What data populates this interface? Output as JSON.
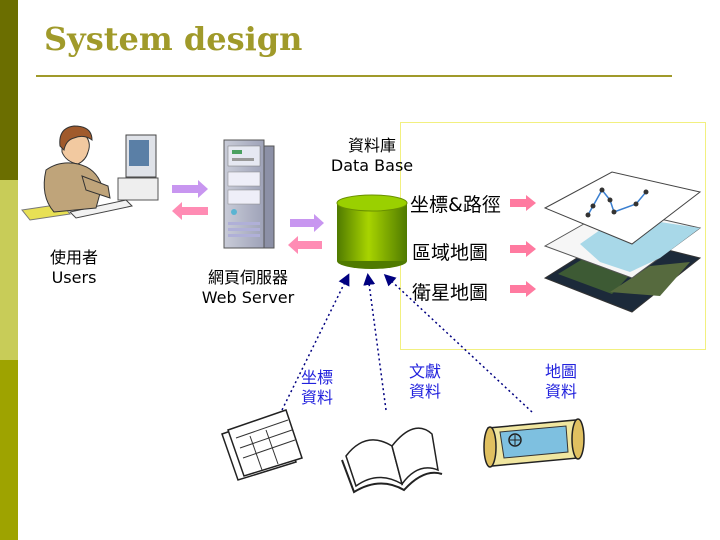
{
  "slide": {
    "title": "System design"
  },
  "users": {
    "cn": "使用者",
    "en": "Users"
  },
  "server": {
    "cn": "網頁伺服器",
    "en": "Web Server"
  },
  "database": {
    "cn": "資料庫",
    "en": "Data Base"
  },
  "layers": [
    {
      "label": "坐標&路徑"
    },
    {
      "label": "區域地圖"
    },
    {
      "label": "衛星地圖"
    }
  ],
  "sources": {
    "coord": {
      "line1": "坐標",
      "line2": "資料"
    },
    "literature": {
      "line1": "文獻",
      "line2": "資料"
    },
    "map": {
      "line1": "地圖",
      "line2": "資料"
    }
  },
  "colors": {
    "sidebar_dark": "#6b6e00",
    "sidebar_light": "#c8cc58",
    "sidebar_mid": "#9ea300",
    "title": "#a09a2a",
    "arrow_request": "#c896f0",
    "arrow_response": "#ff8cb4",
    "arrow_layer": "#ff7aa0",
    "dotted_arrow": "#000080",
    "source_text": "#2222dd",
    "database": "#7fb000"
  }
}
